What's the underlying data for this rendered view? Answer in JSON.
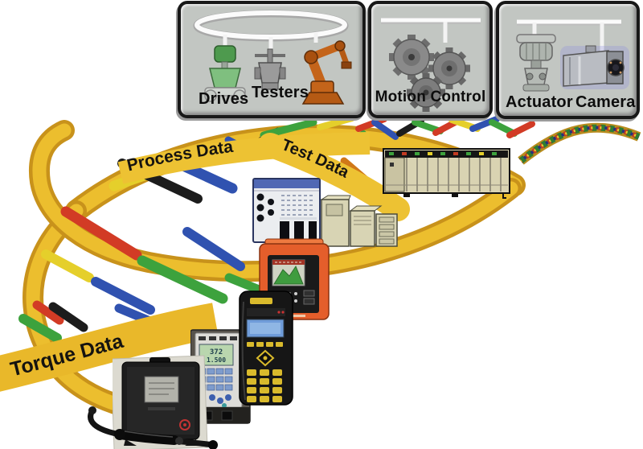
{
  "boxes": [
    {
      "name": "drives-testers",
      "labels": {
        "drives": "Drives",
        "testers": "Testers"
      },
      "icons": [
        "hanging-rail-icon",
        "control-valve-icon",
        "tester-valve-icon",
        "robot-arm-icon"
      ]
    },
    {
      "name": "motion-control",
      "labels": {
        "main": "Motion Control"
      },
      "icons": [
        "hanging-rail-icon",
        "gears-icon"
      ]
    },
    {
      "name": "actuator-camera",
      "labels": {
        "actuator": "Actuator",
        "camera": "Camera"
      },
      "icons": [
        "hanging-rail-icon",
        "actuator-icon",
        "camera-icon"
      ]
    }
  ],
  "ribbons": {
    "process": "Process Data",
    "test": "Test Data",
    "torque": "Torque Data"
  },
  "weld_controller_display": {
    "line1": "372",
    "line2": "1.500"
  },
  "colors": {
    "ribbon_yellow": "#eec331",
    "strand_shadow": "#c8921b",
    "rung_red": "#d23b25",
    "rung_blue": "#3052b0",
    "rung_green": "#3da23d",
    "rung_yellow": "#e5cf2b",
    "rung_black": "#1c1c1c",
    "box_background": "#c2c6c2",
    "plc_beige": "#d9d3b2",
    "analyzer_orange": "#e45e2b",
    "handheld_yellow": "#d9ba2c",
    "network_device_blue": "#5068b4"
  }
}
